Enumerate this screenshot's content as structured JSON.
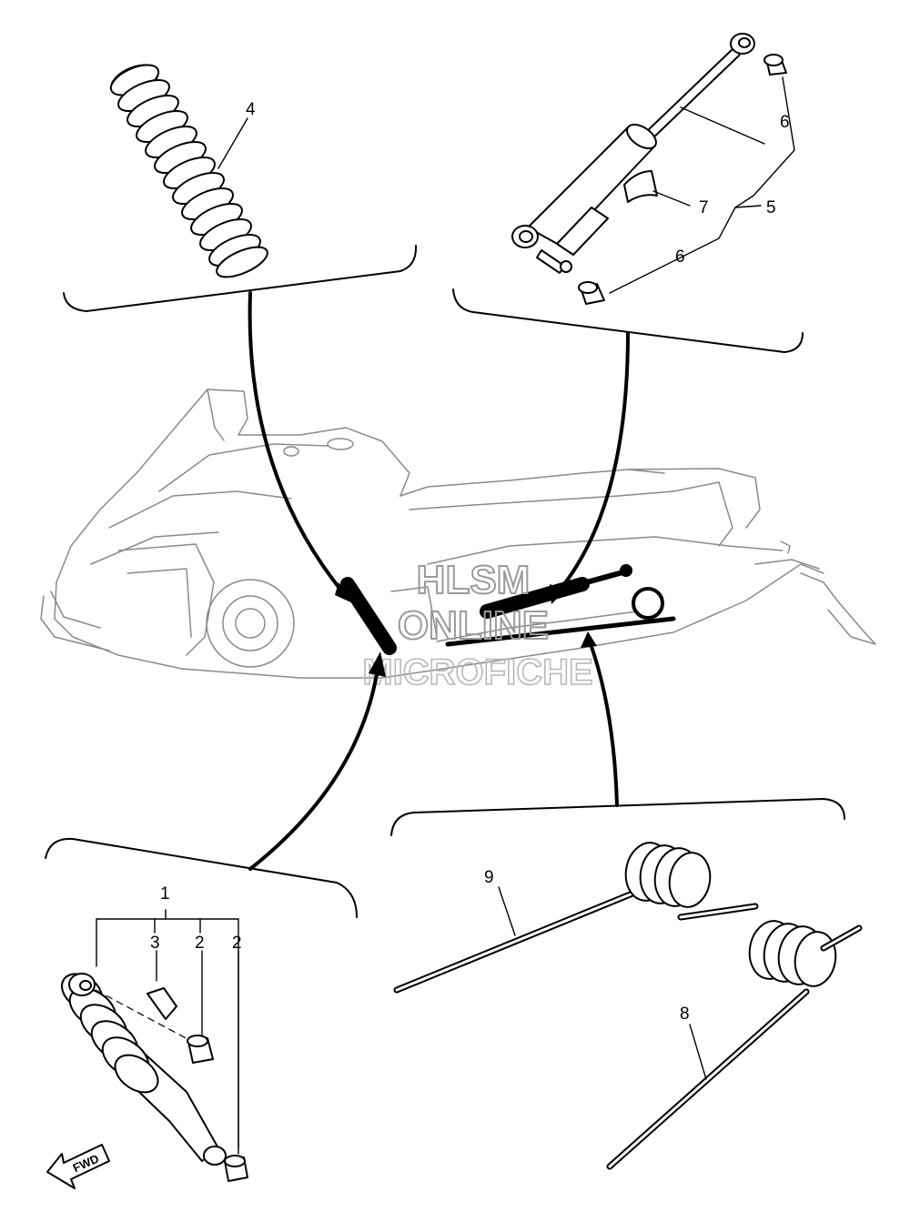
{
  "callouts": {
    "p1": "1",
    "p2a": "2",
    "p2b": "2",
    "p3": "3",
    "p4": "4",
    "p5": "5",
    "p6a": "6",
    "p6b": "6",
    "p7": "7",
    "p8": "8",
    "p9": "9"
  },
  "watermark": {
    "line1": "HLSM",
    "line2": "ONLINE",
    "line3": "MICROFICHE"
  },
  "direction_badge": "FWD",
  "colors": {
    "line": "#000000",
    "sled_outline": "#8a8a8a",
    "watermark": "#9a9a9a"
  }
}
